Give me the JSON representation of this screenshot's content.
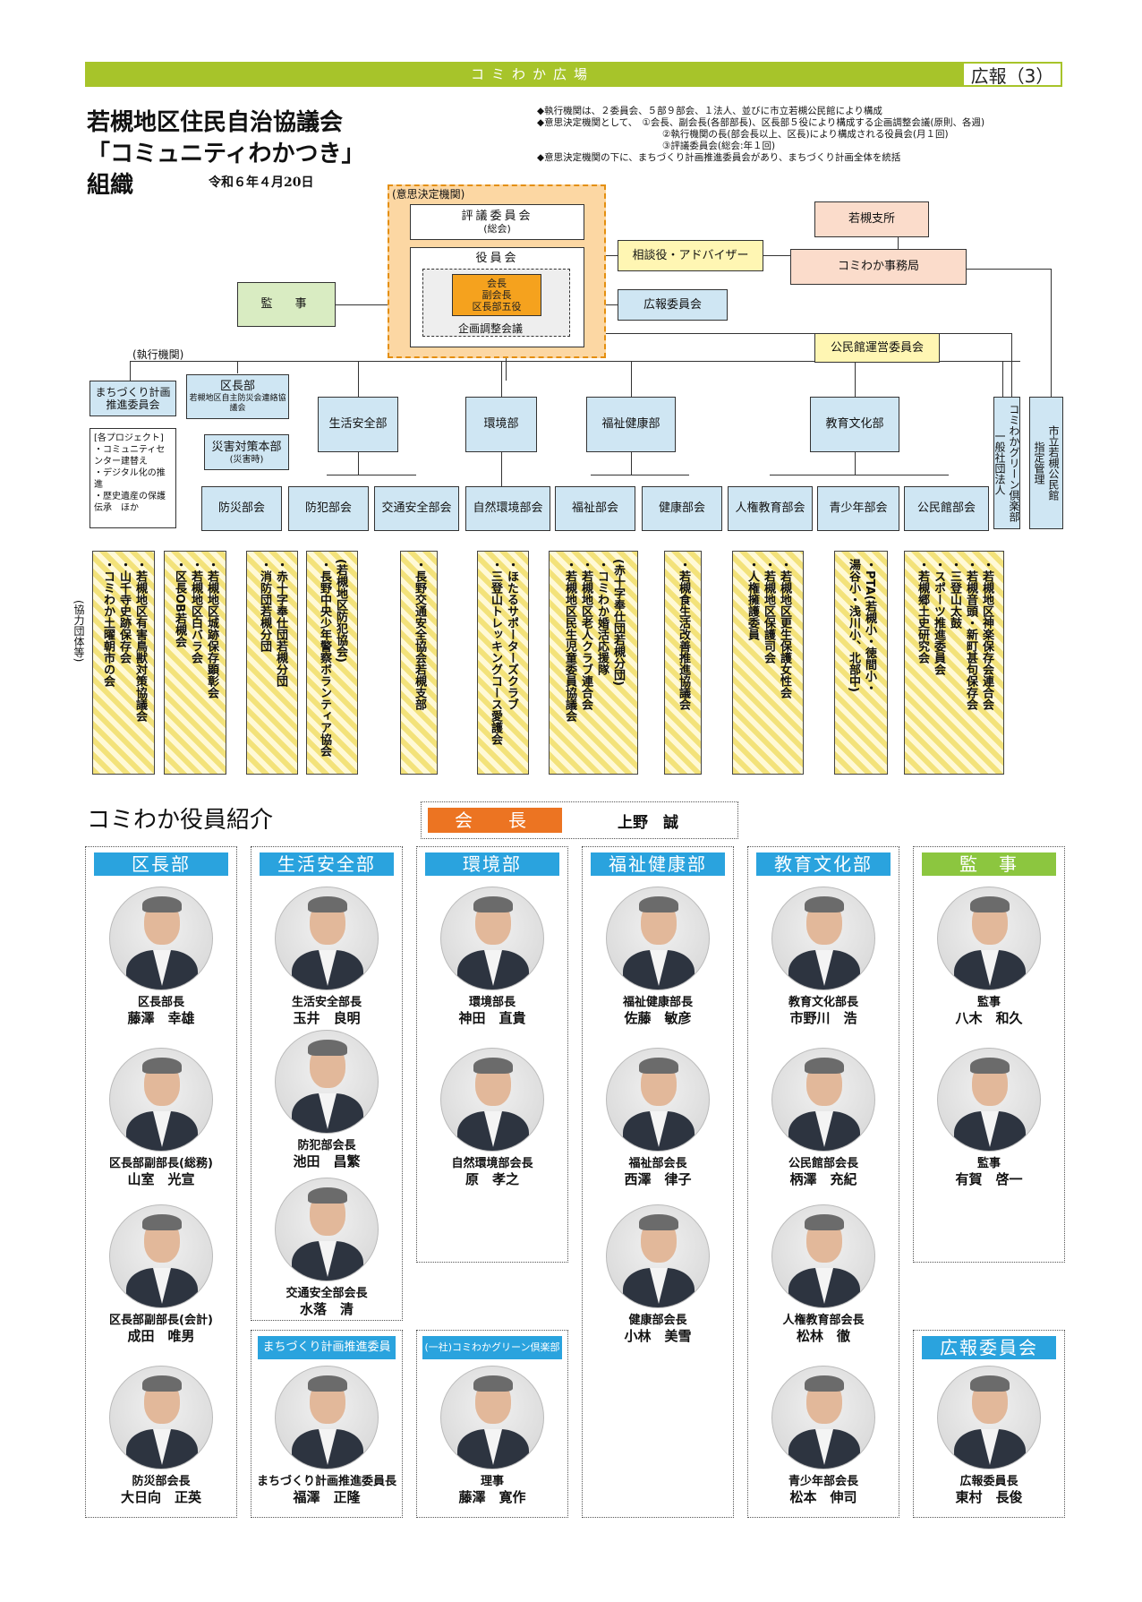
{
  "header": {
    "band_title": "コミわか広場",
    "page_label": "広報（3）"
  },
  "title": {
    "line1": "若槻地区住民自治協議会",
    "line2": "「コミュニティわかつき」",
    "line3": "組織",
    "date": "令和６年４月20日"
  },
  "notes": [
    "◆執行機関は、２委員会、５部９部会、１法人、並びに市立若槻公民館により構成",
    "◆意思決定機関として、　①会長、副会長(各部部長)、区長部５役により構成する企画調整会議(原則、各週)",
    "②執行機関の長(部会長以上、区長)により構成される役員会(月１回)",
    "③評議委員会(総会:年１回)",
    "◆意思決定機関の下に、まちづくり計画推進委員会があり、まちづくり計画全体を統括"
  ],
  "org": {
    "decision_label": "(意思決定機関)",
    "hyogi": "評議委員会",
    "hyogi_sub": "(総会)",
    "yakuin": "役員会",
    "core1": "会長",
    "core2": "副会長",
    "core3": "区長部五役",
    "kikaku": "企画調整会議",
    "kansa": "監　事",
    "sodan": "相談役・アドバイザー",
    "koho_iin": "広報委員会",
    "shisho": "若槻支所",
    "jimukyoku": "コミわか事務局",
    "kominkan_unei": "公民館運営委員会",
    "shikko_label": "(執行機関)",
    "machizukuri": "まちづくり計画推進委員会",
    "kuchobu": "区長部",
    "bosai_renraku": "若槻地区自主防災会連絡協議会",
    "saigai": "災害対策本部",
    "saigai_sub": "(災害時)",
    "projects_title": "[各プロジェクト]",
    "projects": [
      "・コミュニティセンター建替え",
      "・デジタル化の推進",
      "・歴史遺産の保護伝承　ほか"
    ],
    "seikatsu": "生活安全部",
    "kankyo": "環境部",
    "fukushi": "福祉健康部",
    "kyoiku": "教育文化部",
    "green": "コミわかグリーン倶楽部",
    "green_sub": "一般社団法人",
    "kominkan": "市立若槻公民館",
    "kominkan_sub": "指定管理",
    "bukai": [
      "防災部会",
      "防犯部会",
      "交通安全部会",
      "自然環境部会",
      "福祉部会",
      "健康部会",
      "人権教育部会",
      "青少年部会",
      "公民館部会"
    ],
    "kyoryoku_label": "(協力団体等)",
    "kyoryoku": [
      [
        "・若槻地区有害鳥獣対策協議会",
        "・山千寺史跡保存会",
        "・コミわか土曜朝市の会"
      ],
      [
        "・若槻地区城跡保存顕彰会",
        "・若槻地区白バラ会",
        "・区長OB若槻会"
      ],
      [
        "・赤十字奉仕団若槻分団",
        "・消防団若槻分団"
      ],
      [
        "(若槻地区防犯協会)",
        "・長野中央少年警察ボランティア協会"
      ],
      [
        "・長野交通安全協会若槻支部"
      ],
      [
        "・ほたるサポーターズクラブ",
        "・三登山トレッキングコース愛護会"
      ],
      [
        "(赤十字奉仕団若槻分団)",
        "・コミわか婚活応援隊",
        "・若槻地区老人クラブ連合会",
        "・若槻地区民生児童委員協議会"
      ],
      [
        "・若槻食生活改善推進協議会"
      ],
      [
        "・若槻地区更生保護女性会",
        "・若槻地区保護司会",
        "・人権擁護委員"
      ],
      [
        "・PTA(若槻小・徳間小・",
        "湯谷小・浅川小、北部中)"
      ],
      [
        "・若槻地区神楽保存会連合会",
        "・若槻音頭・新町甚句保存会",
        "・三登山太鼓",
        "・スポーツ推進委員会",
        "・若槻郷土史研究会"
      ]
    ]
  },
  "members_section": {
    "title": "コミわか役員紹介",
    "kaicho_label": "会　長",
    "kaicho_name": "上野　誠",
    "groups": [
      {
        "title": "区長部",
        "members": [
          {
            "role": "区長部長",
            "name": "藤澤　幸雄"
          },
          {
            "role": "区長部副部長(総務)",
            "name": "山室　光宣"
          },
          {
            "role": "区長部副部長(会計)",
            "name": "成田　唯男"
          },
          {
            "role": "防災部会長",
            "name": "大日向　正英"
          }
        ]
      },
      {
        "title": "生活安全部",
        "members": [
          {
            "role": "生活安全部長",
            "name": "玉井　良明"
          },
          {
            "role": "防犯部会長",
            "name": "池田　昌繁"
          },
          {
            "role": "交通安全部会長",
            "name": "水落　清"
          }
        ]
      },
      {
        "title": "環境部",
        "members": [
          {
            "role": "環境部長",
            "name": "神田　直貴"
          },
          {
            "role": "自然環境部会長",
            "name": "原　孝之"
          }
        ]
      },
      {
        "title": "福祉健康部",
        "members": [
          {
            "role": "福祉健康部長",
            "name": "佐藤　敏彦"
          },
          {
            "role": "福祉部会長",
            "name": "西澤　律子"
          },
          {
            "role": "健康部会長",
            "name": "小林　美雪"
          }
        ]
      },
      {
        "title": "教育文化部",
        "members": [
          {
            "role": "教育文化部長",
            "name": "市野川　浩"
          },
          {
            "role": "公民館部会長",
            "name": "柄澤　充紀"
          },
          {
            "role": "人権教育部会長",
            "name": "松林　徹"
          },
          {
            "role": "青少年部会長",
            "name": "松本　伸司"
          }
        ]
      },
      {
        "title": "監　事",
        "members": [
          {
            "role": "監事",
            "name": "八木　和久"
          },
          {
            "role": "監事",
            "name": "有賀　啓一"
          }
        ]
      },
      {
        "title": "まちづくり計画推進委員",
        "members": [
          {
            "role": "まちづくり計画推進委員長",
            "name": "福澤　正隆"
          }
        ]
      },
      {
        "title": "(一社)コミわかグリーン倶楽部",
        "members": [
          {
            "role": "理事",
            "name": "藤澤　寛作"
          }
        ]
      },
      {
        "title": "広報委員会",
        "members": [
          {
            "role": "広報委員長",
            "name": "東村　長俊"
          }
        ]
      }
    ]
  },
  "colors": {
    "band": "#a7c42a",
    "blue_title": "#2aa3de",
    "orange": "#ec7422",
    "green_title": "#8cc63f"
  }
}
